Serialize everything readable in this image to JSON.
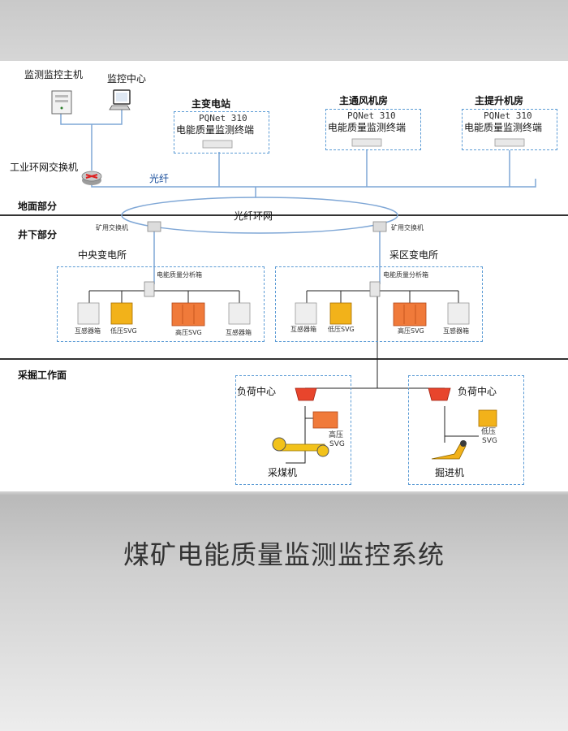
{
  "title": "煤矿电能质量监测监控系统",
  "diagram": {
    "sections": {
      "ground": "地面部分",
      "underground": "井下部分",
      "workface": "采掘工作面"
    },
    "surface": {
      "monitor_host": "监测监控主机",
      "monitor_center": "监控中心",
      "ring_switch": "工业环网交换机",
      "fiber_label": "光纤",
      "fiber_ring": "光纤环网",
      "stations": [
        {
          "name": "主变电站",
          "model": "PQNet 310",
          "device": "电能质量监测终端"
        },
        {
          "name": "主通风机房",
          "model": "PQNet 310",
          "device": "电能质量监测终端"
        },
        {
          "name": "主提升机房",
          "model": "PQNet 310",
          "device": "电能质量监测终端"
        }
      ]
    },
    "underground": {
      "mine_switch_left": "矿用交换机",
      "mine_switch_right": "矿用交换机",
      "substations": [
        {
          "name": "中央变电所",
          "analyzer": "电能质量分析箱",
          "devices": [
            "互感器箱",
            "低压SVG",
            "高压SVG",
            "互感器箱"
          ]
        },
        {
          "name": "采区变电所",
          "analyzer": "电能质量分析箱",
          "devices": [
            "互感器箱",
            "低压SVG",
            "高压SVG",
            "互感器箱"
          ]
        }
      ]
    },
    "workface": {
      "left": {
        "load_center": "负荷中心",
        "svg_line1": "高压",
        "svg_line2": "SVG",
        "machine": "采煤机"
      },
      "right": {
        "load_center": "负荷中心",
        "svg_line1": "低压",
        "svg_line2": "SVG",
        "machine": "掘进机"
      }
    }
  },
  "colors": {
    "dashed_border": "#5b9bd5",
    "link_line": "#7fa7d6",
    "orange_device": "#f07a3a",
    "yellow_device": "#f2b21a",
    "red_device": "#e8452c"
  }
}
